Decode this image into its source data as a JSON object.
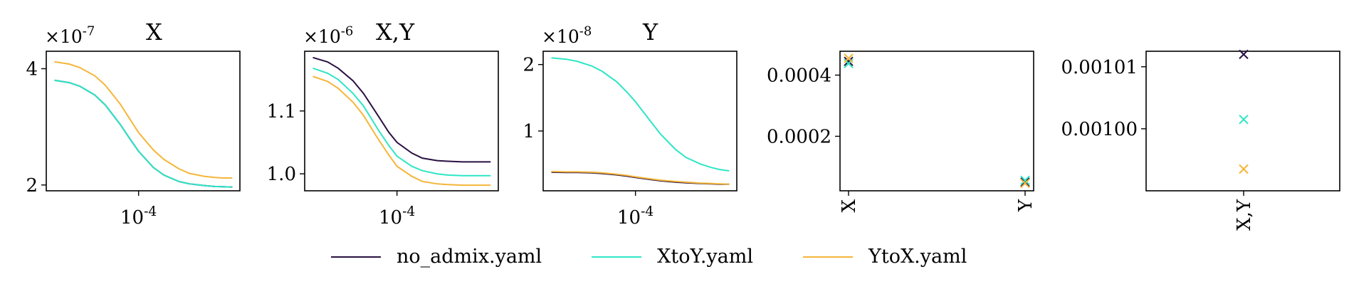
{
  "colors": {
    "no_admix": "#2a1142",
    "XtoY": "#2ee6c6",
    "YtoX": "#f5b63a"
  },
  "legend": [
    {
      "label": "no_admix.yaml",
      "color": "#2a1142"
    },
    {
      "label": "XtoY.yaml",
      "color": "#2ee6c6"
    },
    {
      "label": "YtoX.yaml",
      "color": "#f5b63a"
    }
  ],
  "chart_data": [
    {
      "type": "line",
      "title": "X",
      "x_scale": "log",
      "xtick_labels": [
        "10^-4"
      ],
      "xticks": [
        0.0001
      ],
      "exponent_label": "×10^-7",
      "yticks": [
        2,
        4
      ],
      "ylim": [
        1.9,
        4.3
      ],
      "xlim": [
        8e-06,
        0.0016
      ],
      "x": [
        1e-05,
        1.5e-05,
        2e-05,
        3e-05,
        4e-05,
        6e-05,
        8e-05,
        0.0001,
        0.00015,
        0.0002,
        0.0003,
        0.0004,
        0.0006,
        0.0008,
        0.001,
        0.0013
      ],
      "series": [
        {
          "name": "no_admix.yaml",
          "color": "#2a1142",
          "values": [
            3.8,
            3.76,
            3.7,
            3.55,
            3.38,
            3.05,
            2.78,
            2.58,
            2.3,
            2.17,
            2.06,
            2.02,
            1.99,
            1.975,
            1.97,
            1.965
          ]
        },
        {
          "name": "XtoY.yaml",
          "color": "#2ee6c6",
          "values": [
            3.8,
            3.76,
            3.7,
            3.55,
            3.38,
            3.05,
            2.78,
            2.58,
            2.3,
            2.17,
            2.06,
            2.02,
            1.99,
            1.975,
            1.97,
            1.965
          ]
        },
        {
          "name": "YtoX.yaml",
          "color": "#f5b63a",
          "values": [
            4.12,
            4.08,
            4.02,
            3.88,
            3.72,
            3.4,
            3.12,
            2.9,
            2.6,
            2.44,
            2.28,
            2.2,
            2.15,
            2.13,
            2.12,
            2.12
          ]
        }
      ]
    },
    {
      "type": "line",
      "title": "X,Y",
      "x_scale": "log",
      "xtick_labels": [
        "10^-4"
      ],
      "xticks": [
        0.0001
      ],
      "exponent_label": "×10^-6",
      "yticks": [
        1.0,
        1.1
      ],
      "yticklabels": [
        "1.0",
        "1.1"
      ],
      "ylim": [
        0.973,
        1.195
      ],
      "xlim": [
        8e-06,
        0.0016
      ],
      "x": [
        1e-05,
        1.5e-05,
        2e-05,
        3e-05,
        4e-05,
        6e-05,
        8e-05,
        0.0001,
        0.00015,
        0.0002,
        0.0003,
        0.0004,
        0.0006,
        0.0008,
        0.001,
        0.0013
      ],
      "series": [
        {
          "name": "no_admix.yaml",
          "color": "#2a1142",
          "values": [
            1.185,
            1.178,
            1.168,
            1.148,
            1.128,
            1.092,
            1.066,
            1.05,
            1.033,
            1.025,
            1.021,
            1.02,
            1.019,
            1.019,
            1.019,
            1.019
          ]
        },
        {
          "name": "XtoY.yaml",
          "color": "#2ee6c6",
          "values": [
            1.168,
            1.16,
            1.15,
            1.128,
            1.108,
            1.07,
            1.045,
            1.028,
            1.012,
            1.005,
            1.0,
            0.998,
            0.997,
            0.997,
            0.997,
            0.997
          ]
        },
        {
          "name": "YtoX.yaml",
          "color": "#f5b63a",
          "values": [
            1.155,
            1.147,
            1.136,
            1.114,
            1.093,
            1.055,
            1.03,
            1.012,
            0.996,
            0.988,
            0.984,
            0.983,
            0.982,
            0.982,
            0.982,
            0.982
          ]
        }
      ]
    },
    {
      "type": "line",
      "title": "Y",
      "x_scale": "log",
      "xtick_labels": [
        "10^-4"
      ],
      "xticks": [
        0.0001
      ],
      "exponent_label": "×10^-8",
      "yticks": [
        1,
        2
      ],
      "ylim": [
        0.1,
        2.2
      ],
      "xlim": [
        8e-06,
        0.0016
      ],
      "x": [
        1e-05,
        1.5e-05,
        2e-05,
        3e-05,
        4e-05,
        6e-05,
        8e-05,
        0.0001,
        0.00015,
        0.0002,
        0.0003,
        0.0004,
        0.0006,
        0.0008,
        0.001,
        0.0013
      ],
      "series": [
        {
          "name": "no_admix.yaml",
          "color": "#2a1142",
          "values": [
            0.38,
            0.375,
            0.375,
            0.37,
            0.36,
            0.34,
            0.32,
            0.3,
            0.27,
            0.25,
            0.23,
            0.22,
            0.21,
            0.205,
            0.2,
            0.2
          ]
        },
        {
          "name": "XtoY.yaml",
          "color": "#2ee6c6",
          "values": [
            2.1,
            2.08,
            2.05,
            1.98,
            1.9,
            1.74,
            1.58,
            1.44,
            1.15,
            0.95,
            0.72,
            0.6,
            0.5,
            0.45,
            0.42,
            0.4
          ]
        },
        {
          "name": "YtoX.yaml",
          "color": "#f5b63a",
          "values": [
            0.39,
            0.385,
            0.385,
            0.38,
            0.37,
            0.35,
            0.33,
            0.31,
            0.28,
            0.26,
            0.24,
            0.23,
            0.215,
            0.21,
            0.205,
            0.2
          ]
        }
      ]
    },
    {
      "type": "scatter",
      "marker": "x",
      "categories": [
        "X",
        "Y"
      ],
      "yticks": [
        0.0002,
        0.0004
      ],
      "yticklabels": [
        "0.0002",
        "0.0004"
      ],
      "ylim": [
        2.18e-05,
        0.000478
      ],
      "series": [
        {
          "name": "no_admix.yaml",
          "color": "#2a1142",
          "values": [
            0.000445,
            5e-05
          ]
        },
        {
          "name": "XtoY.yaml",
          "color": "#2ee6c6",
          "values": [
            0.000438,
            5.6e-05
          ]
        },
        {
          "name": "YtoX.yaml",
          "color": "#f5b63a",
          "values": [
            0.000455,
            4.6e-05
          ]
        }
      ]
    },
    {
      "type": "scatter",
      "marker": "x",
      "categories": [
        "X,Y"
      ],
      "yticks": [
        0.001,
        0.00101
      ],
      "yticklabels": [
        "0.00100",
        "0.00101"
      ],
      "ylim": [
        0.00099,
        0.0010125
      ],
      "series": [
        {
          "name": "no_admix.yaml",
          "color": "#2a1142",
          "values": [
            0.001012
          ]
        },
        {
          "name": "XtoY.yaml",
          "color": "#2ee6c6",
          "values": [
            0.0010015
          ]
        },
        {
          "name": "YtoX.yaml",
          "color": "#f5b63a",
          "values": [
            0.0009935
          ]
        }
      ]
    }
  ]
}
